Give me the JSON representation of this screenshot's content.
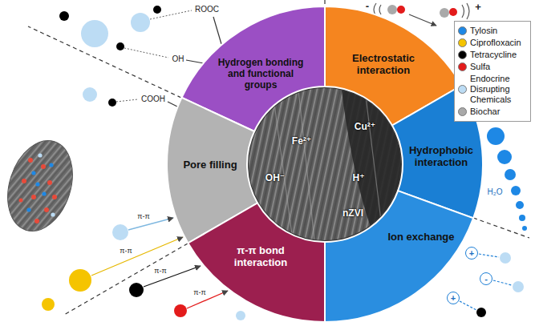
{
  "diagram": {
    "nodes": [
      {
        "text": [
          "Hydrogen bonding and functional groups"
        ]
      },
      {
        "text": [
          "Electrostatic interaction"
        ]
      },
      {
        "text": [
          "Pore filling"
        ]
      },
      {
        "text": [
          "Hydrophobic interaction"
        ]
      },
      {
        "text": [
          "Ion exchange"
        ]
      },
      {
        "text": [
          "π-π bond interaction"
        ]
      },
      {
        "text": [
          "+"
        ]
      },
      {
        "text": [
          "-"
        ]
      },
      {
        "text": [
          "+"
        ]
      }
    ],
    "labels": [
      "ROOC",
      "OH",
      "COOH",
      "-",
      "+",
      "Fe²⁺",
      "Cu²⁺",
      "OH⁻",
      "H⁺",
      "nZVI",
      "H₂O",
      "π-π",
      "π-π",
      "π-π",
      "π-π"
    ],
    "legend": [
      {
        "text": "Tylosin",
        "color": "#1e88e5"
      },
      {
        "text": "Ciprofloxacin",
        "color": "#f5c400"
      },
      {
        "text": "Tetracycline",
        "color": "#000000"
      },
      {
        "text": "Sulfa",
        "color": "#e31b1b"
      },
      {
        "text": "Endocrine Disrupting Chemicals",
        "color": "#bcdcf4"
      },
      {
        "text": "Biochar",
        "color": "#a9a9a9"
      }
    ]
  }
}
